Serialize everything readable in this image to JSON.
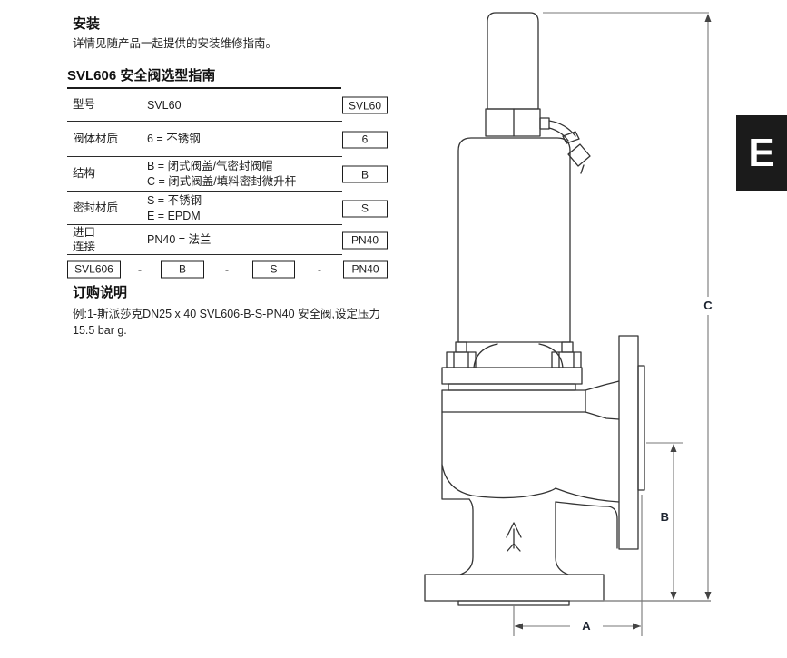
{
  "install": {
    "title": "安装",
    "body": "详情见随产品一起提供的安装维修指南。"
  },
  "guide": {
    "title": "SVL606 安全阀选型指南",
    "rows": [
      {
        "label1": "型号",
        "label2": "",
        "line1": "SVL60",
        "line2": "",
        "box": "SVL60"
      },
      {
        "label1": "阀体材质",
        "label2": "",
        "line1": "6 = 不锈钢",
        "line2": "",
        "box": "6"
      },
      {
        "label1": "结构",
        "label2": "",
        "line1": "B = 闭式阀盖/气密封阀帽",
        "line2": "C = 闭式阀盖/填料密封微升杆",
        "box": "B"
      },
      {
        "label1": "密封材质",
        "label2": "",
        "line1": "S = 不锈钢",
        "line2": "E = EPDM",
        "box": "S"
      },
      {
        "label1": "进口",
        "label2": "连接",
        "line1": "PN40 = 法兰",
        "line2": "",
        "box": "PN40"
      }
    ],
    "code": {
      "p1": "SVL606",
      "p2": "B",
      "p3": "S",
      "p4": "PN40",
      "dash": "-"
    }
  },
  "order": {
    "title": "订购说明",
    "body": "例:1-斯派莎克DN25 x 40 SVL606-B-S-PN40 安全阀,设定压力15.5 bar g."
  },
  "diagram": {
    "dims": {
      "a": "A",
      "b": "B",
      "c": "C"
    }
  },
  "tab": {
    "letter": "E",
    "bg": "#1b1b1b",
    "fg": "#ffffff"
  }
}
